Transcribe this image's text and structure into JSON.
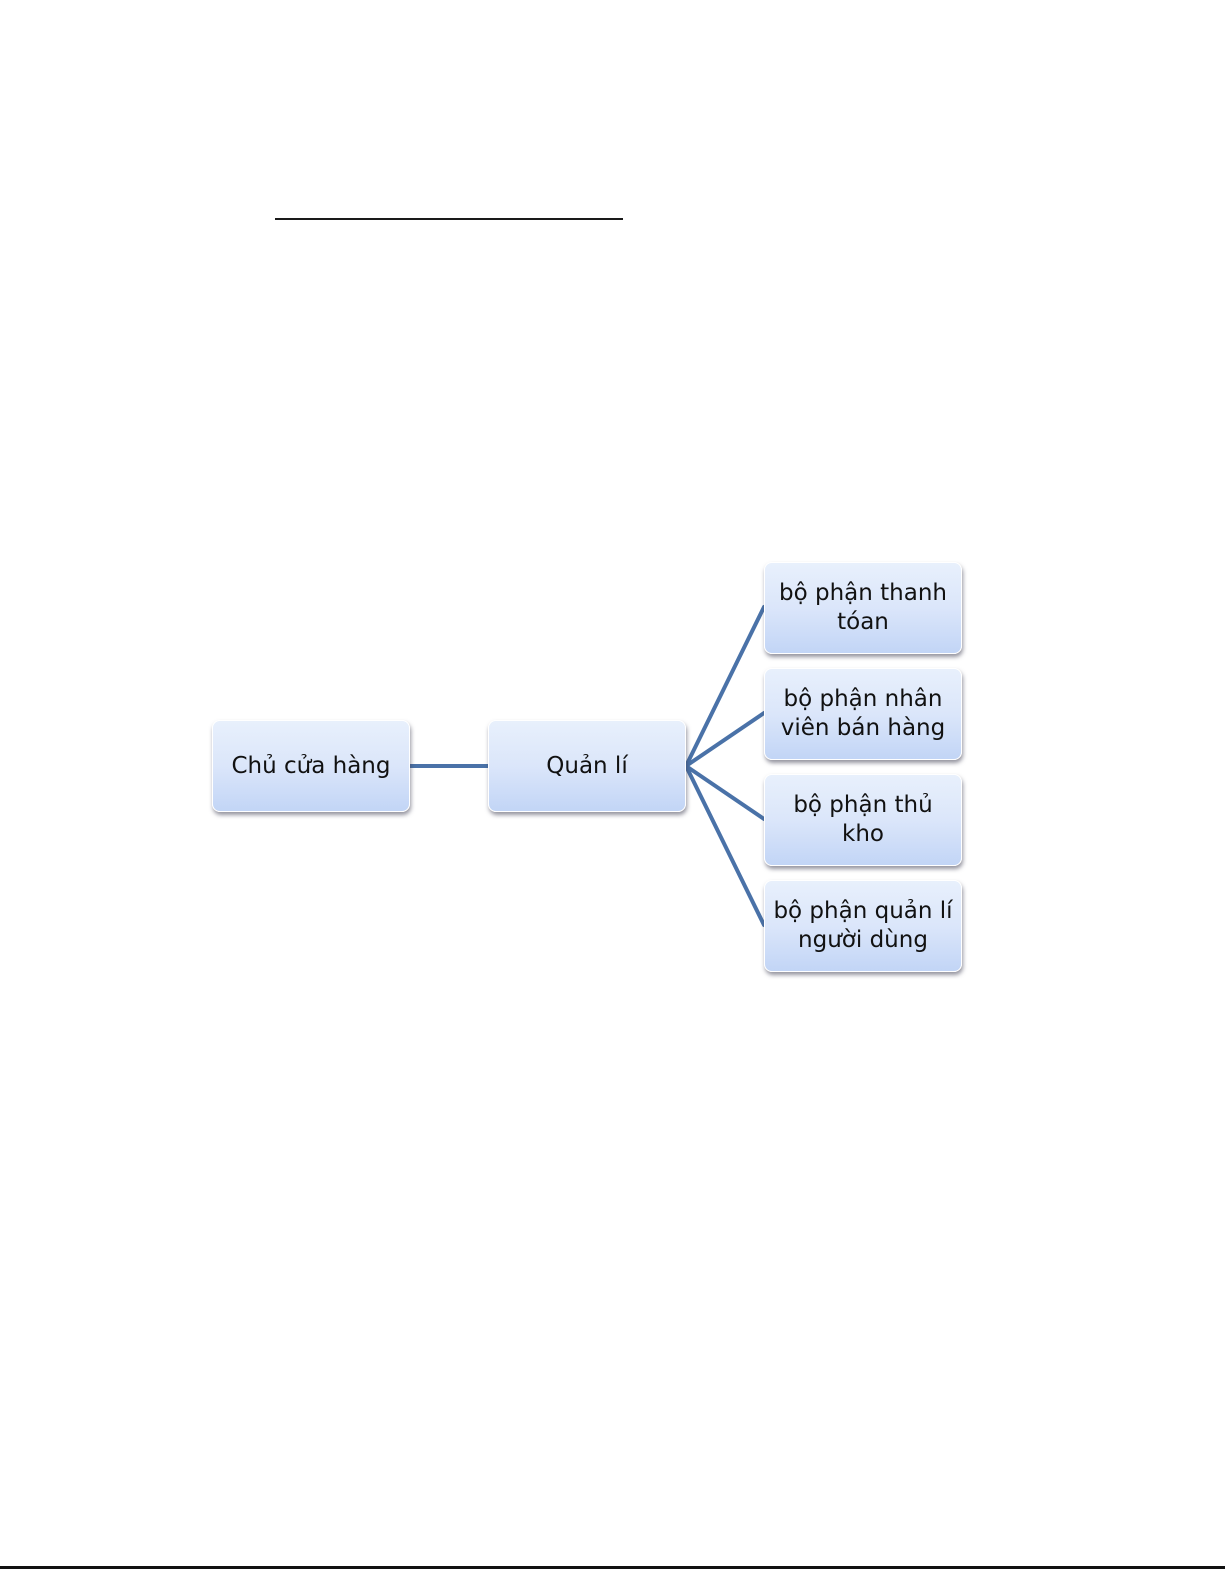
{
  "diagram": {
    "root": {
      "label": "Chủ cửa hàng"
    },
    "manager": {
      "label": "Quản lí"
    },
    "departments": [
      {
        "label": "bộ phận thanh tóan"
      },
      {
        "label": "bộ phận nhân viên bán hàng"
      },
      {
        "label": "bộ phận thủ kho"
      },
      {
        "label": "bộ phận quản lí người dùng"
      }
    ]
  },
  "colors": {
    "connector": "#4a72a8",
    "node_top": "#e8f0fc",
    "node_bottom": "#c2d5f6"
  }
}
